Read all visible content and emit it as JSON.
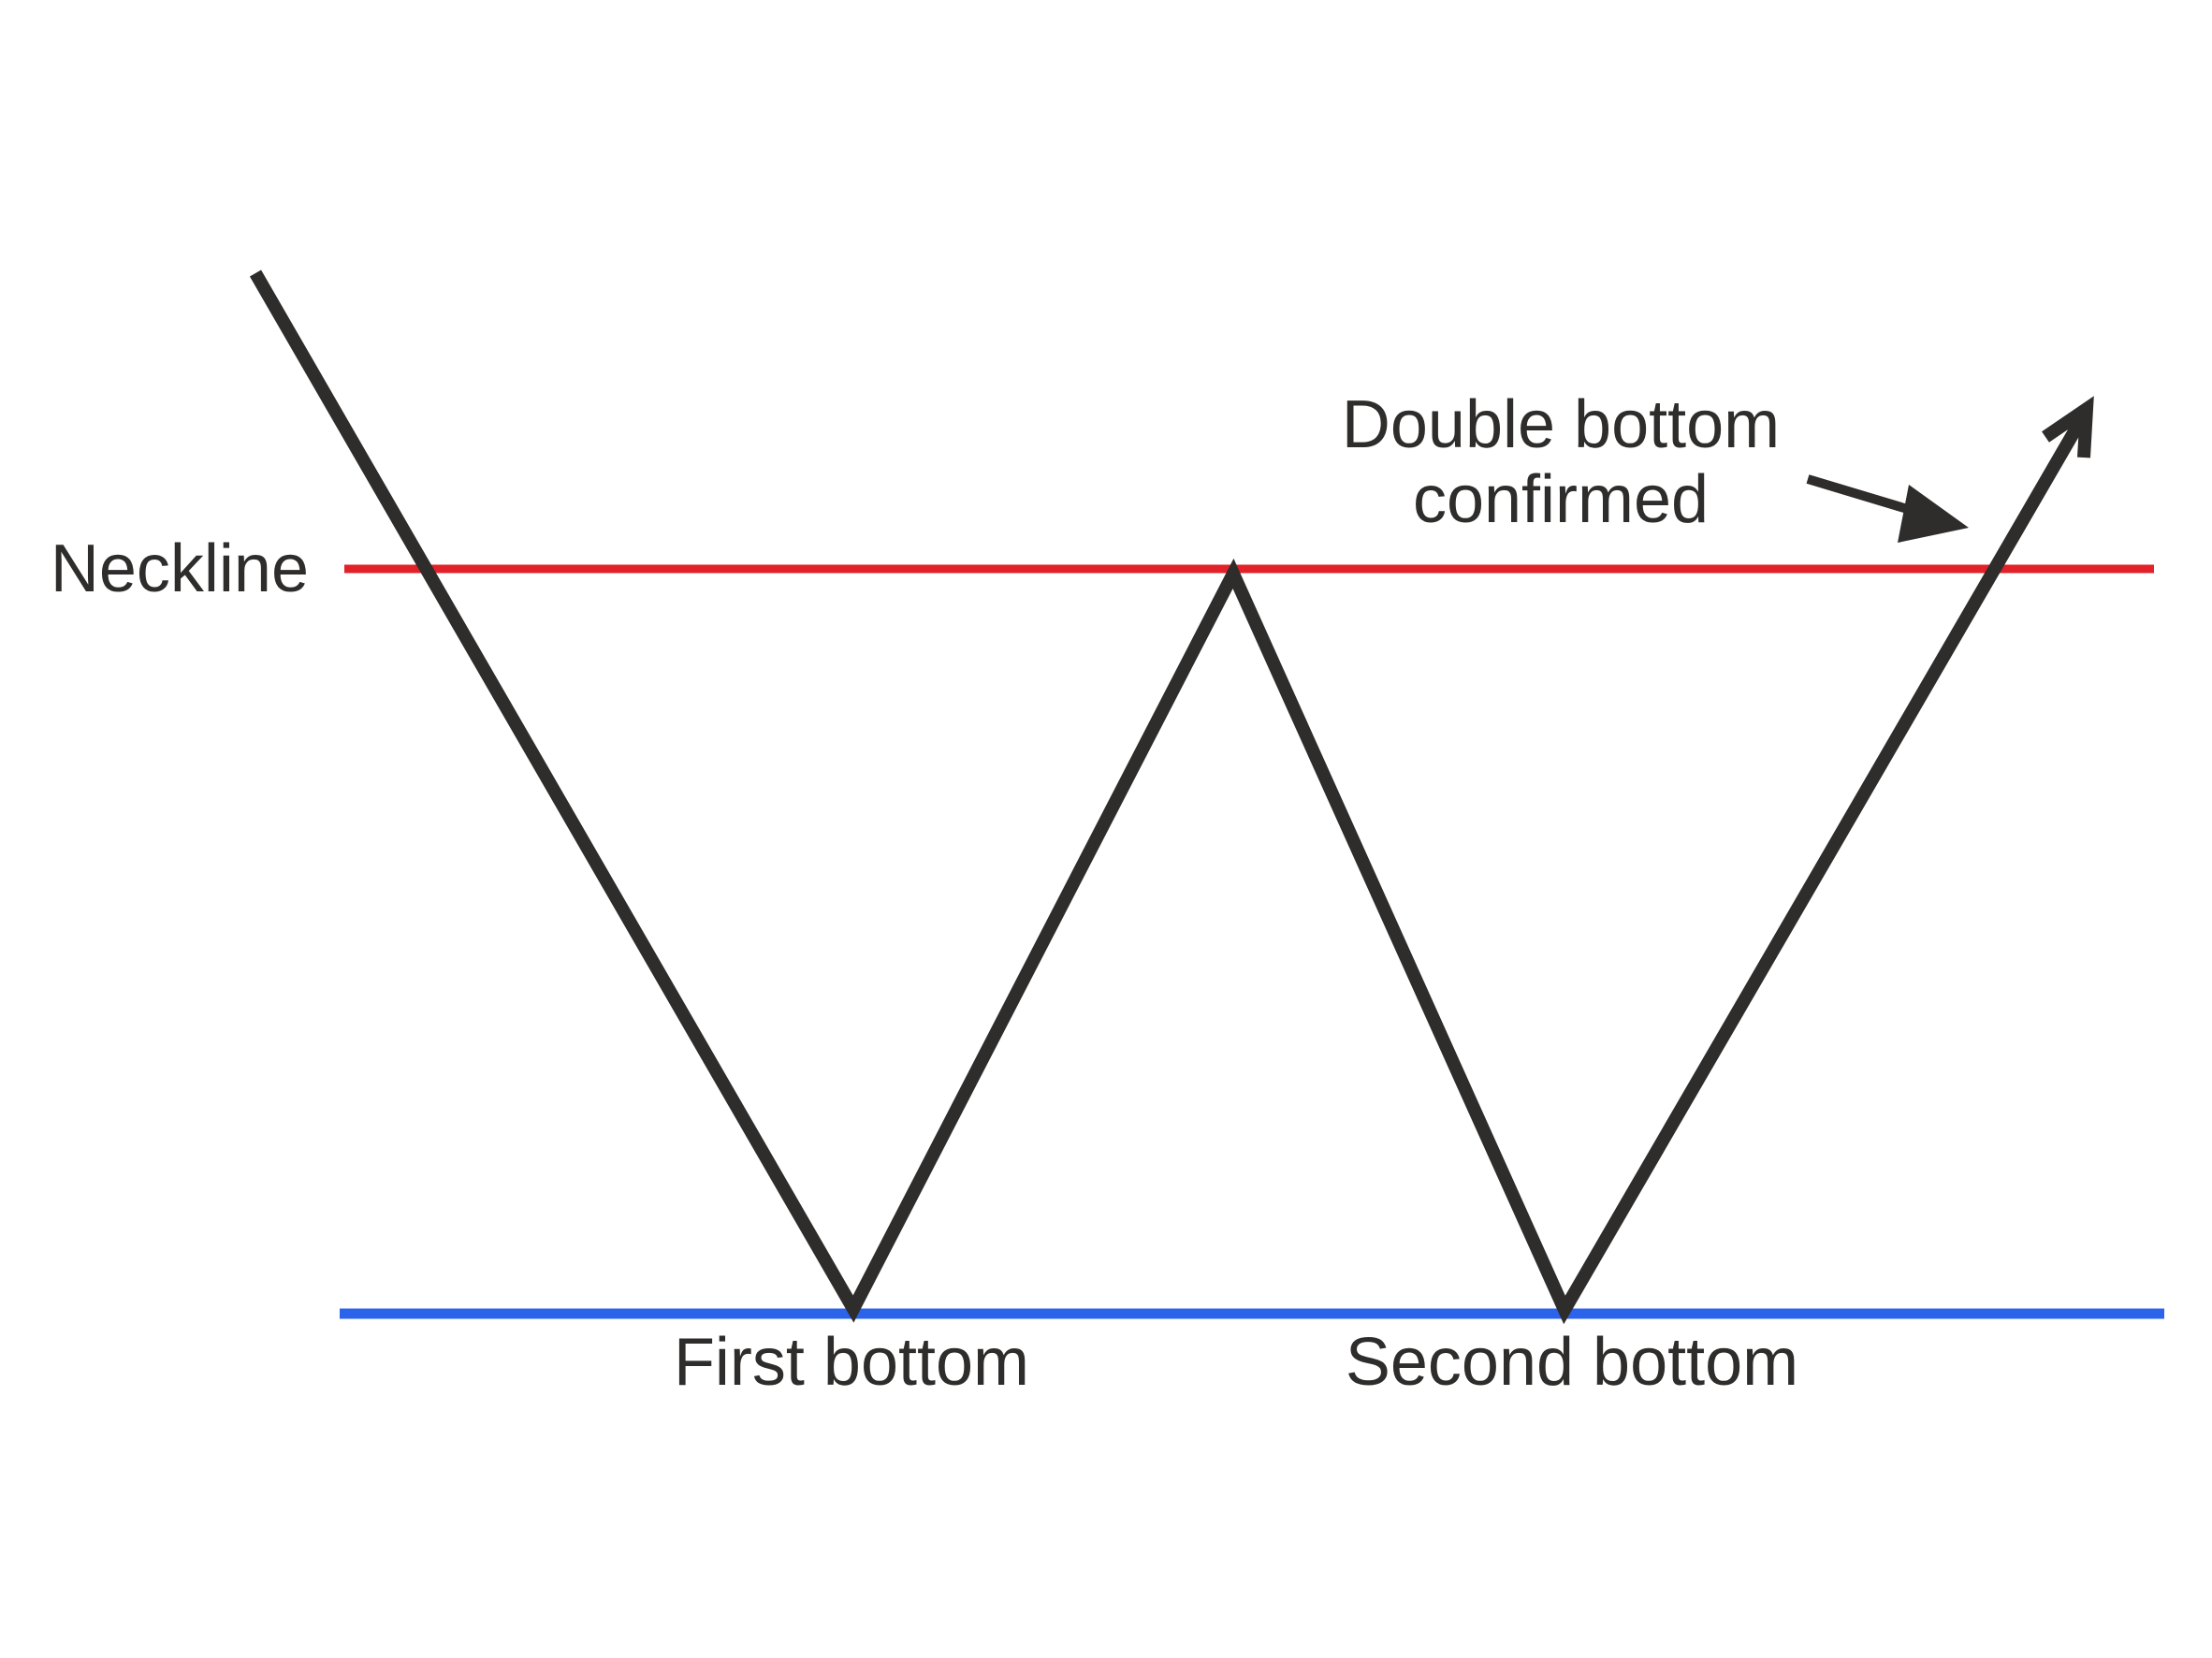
{
  "diagram": {
    "name": "Double bottom chart pattern illustration",
    "labels": {
      "neckline": "Neckline",
      "first_bottom": "First bottom",
      "second_bottom": "Second bottom",
      "annotation_line1": "Double bottom",
      "annotation_line2": "confirmed"
    },
    "colors": {
      "price_line": "#2e2d2c",
      "neckline_red": "#e32128",
      "support_blue": "#2b64ea",
      "text": "#2e2d2c",
      "background": "#ffffff"
    }
  }
}
